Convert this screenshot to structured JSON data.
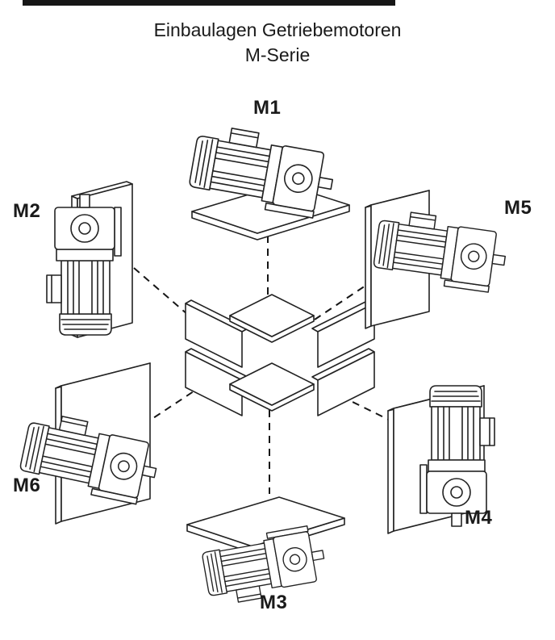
{
  "title": {
    "line1": "Einbaulagen Getriebemotoren",
    "line2": "M-Serie"
  },
  "labels": {
    "m1": "M1",
    "m2": "M2",
    "m3": "M3",
    "m4": "M4",
    "m5": "M5",
    "m6": "M6"
  },
  "colors": {
    "ink": "#222222",
    "line": "#161616",
    "background": "#ffffff"
  }
}
